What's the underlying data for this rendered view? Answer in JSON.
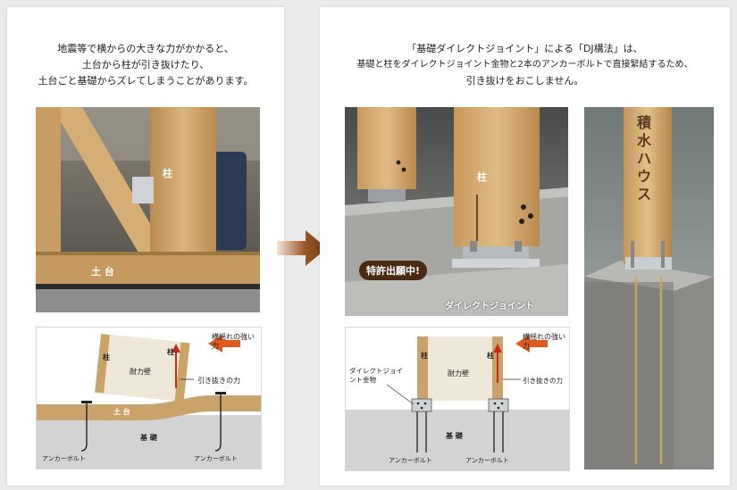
{
  "left_panel": {
    "caption_lines": [
      "地震等で横からの大きな力がかかると、",
      "土台から柱が引き抜けたり、",
      "土台ごと基礎からズレてしまうことがあります。"
    ],
    "photo_labels": {
      "pillar": "柱",
      "sill": "土 台"
    },
    "diagram": {
      "pillar_left": "柱",
      "pillar_right": "柱",
      "shear_wall": "耐力壁",
      "lateral_force": "横揺れの強い力",
      "pullout_force": "引き抜きの力",
      "sill": "土 台",
      "foundation": "基 礎",
      "anchor_bolt_left": "アンカーボルト",
      "anchor_bolt_right": "アンカーボルト"
    }
  },
  "right_panel": {
    "caption_lines": [
      "「基礎ダイレクトジョイント」による「DJ構法」は、",
      "基礎と柱をダイレクトジョイント金物と2本のアンカーボルトで直接緊結するため、",
      "引き抜けをおこしません。"
    ],
    "photo_labels": {
      "pillar": "柱",
      "patent_badge": "特許出願中!",
      "direct_joint": "ダイレクトジョイント"
    },
    "brand_text": "積水ハウス",
    "diagram": {
      "pillar_left": "柱",
      "pillar_right": "柱",
      "shear_wall": "耐力壁",
      "lateral_force": "横揺れの強い力",
      "joint_hardware": "ダイレクトジョイント金物",
      "pullout_force": "引き抜きの力",
      "foundation": "基 礎",
      "anchor_bolt_left": "アンカーボルト",
      "anchor_bolt_right": "アンカーボルト"
    }
  },
  "colors": {
    "wood": "#c9a36a",
    "wood_dark": "#a77b45",
    "arrow": "#6b3a14",
    "force_arrow": "#c62a1a",
    "badge": "#4a2a12",
    "concrete": "#d0d0d0"
  }
}
